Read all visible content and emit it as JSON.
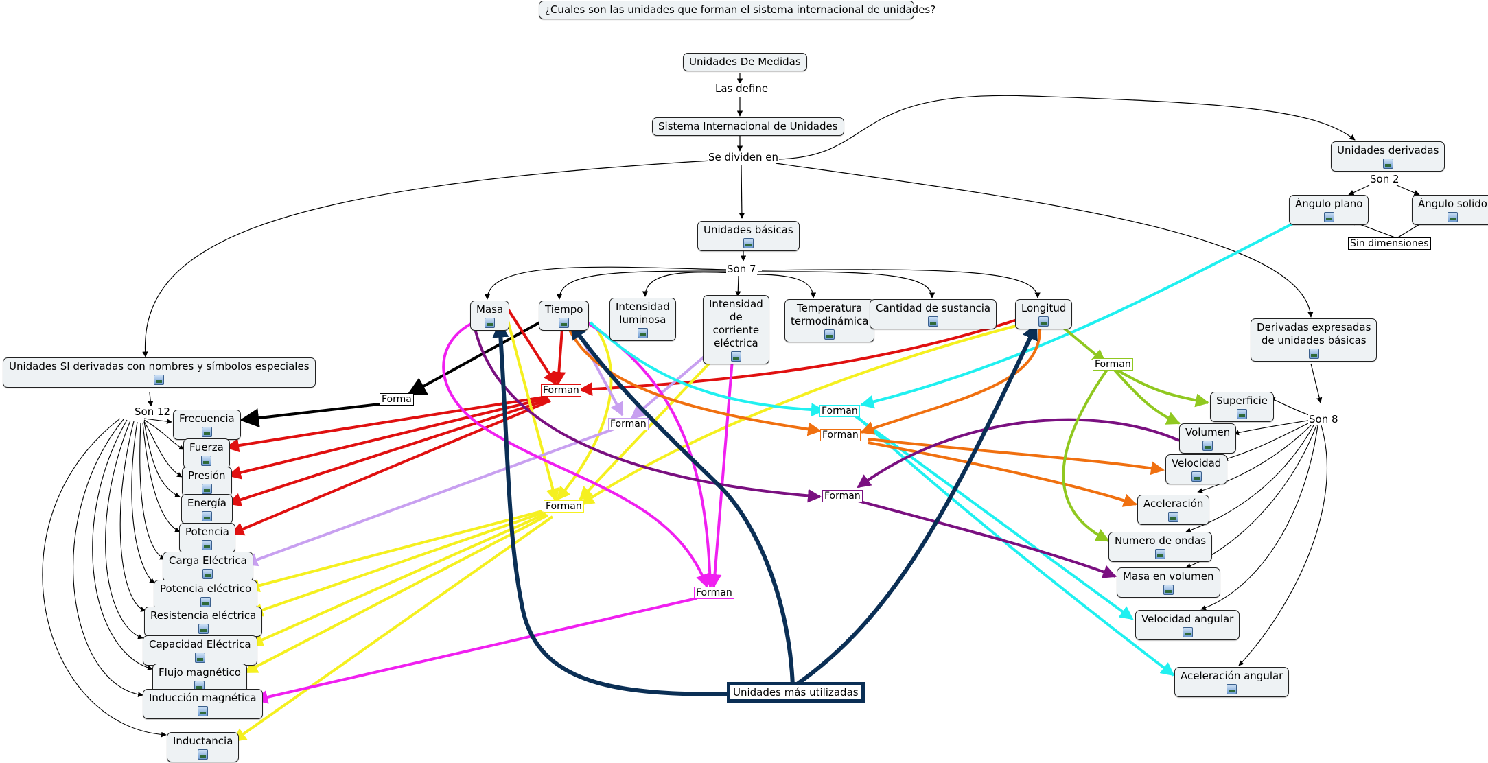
{
  "title": "¿Cuales son las unidades que forman el sistema internacional de unidades?",
  "nodes": {
    "medidas": "Unidades De Medidas",
    "si": "Sistema Internacional de Unidades",
    "basicas": "Unidades básicas",
    "derivadas": "Unidades derivadas",
    "angulo_plano": "Ángulo plano",
    "angulo_solido": "Ángulo solido",
    "derivadas_expresadas": [
      "Derivadas expresadas",
      "de unidades básicas"
    ],
    "si_especiales": "Unidades SI derivadas con nombres y símbolos especiales",
    "masa": "Masa",
    "tiempo": "Tiempo",
    "luminosa": [
      "Intensidad",
      "luminosa"
    ],
    "corriente": [
      "Intensidad",
      "de",
      "corriente",
      "eléctrica"
    ],
    "temperatura": [
      "Temperatura",
      "termodinámica"
    ],
    "sustancia": "Cantidad de sustancia",
    "longitud": "Longitud",
    "frecuencia": "Frecuencia",
    "fuerza": "Fuerza",
    "presion": "Presión",
    "energia": "Energía",
    "potencia": "Potencia",
    "carga": "Carga Eléctrica",
    "pot_electrico": "Potencia eléctrico",
    "resistencia": "Resistencia eléctrica",
    "capacidad": "Capacidad Eléctrica",
    "flujo": "Flujo magnético",
    "induccion": "Inducción magnética",
    "inductancia": "Inductancia",
    "superficie": "Superficie",
    "volumen": "Volumen",
    "velocidad": "Velocidad",
    "aceleracion": "Aceleración",
    "ondas": "Numero de ondas",
    "masa_volumen": "Masa en volumen",
    "vel_angular": "Velocidad angular",
    "acel_angular": "Aceleración angular",
    "mas_utilizadas": "Unidades más utilizadas"
  },
  "labels": {
    "las_define": "Las define",
    "se_dividen": "Se dividen en",
    "son2": "Son 2",
    "sin_dimensiones": "Sin dimensiones",
    "son7": "Son 7",
    "son12": "Son 12",
    "son8": "Son 8",
    "forma": "Forma",
    "forman": "Forman"
  },
  "colors": {
    "black": "#000000",
    "red": "#e01010",
    "yellow": "#f5f020",
    "magenta": "#f020f0",
    "lavender": "#c8a0f0",
    "cyan": "#20f0f0",
    "orange": "#f07010",
    "purple": "#7a1080",
    "green": "#90c820",
    "navy": "#0b2f55"
  }
}
